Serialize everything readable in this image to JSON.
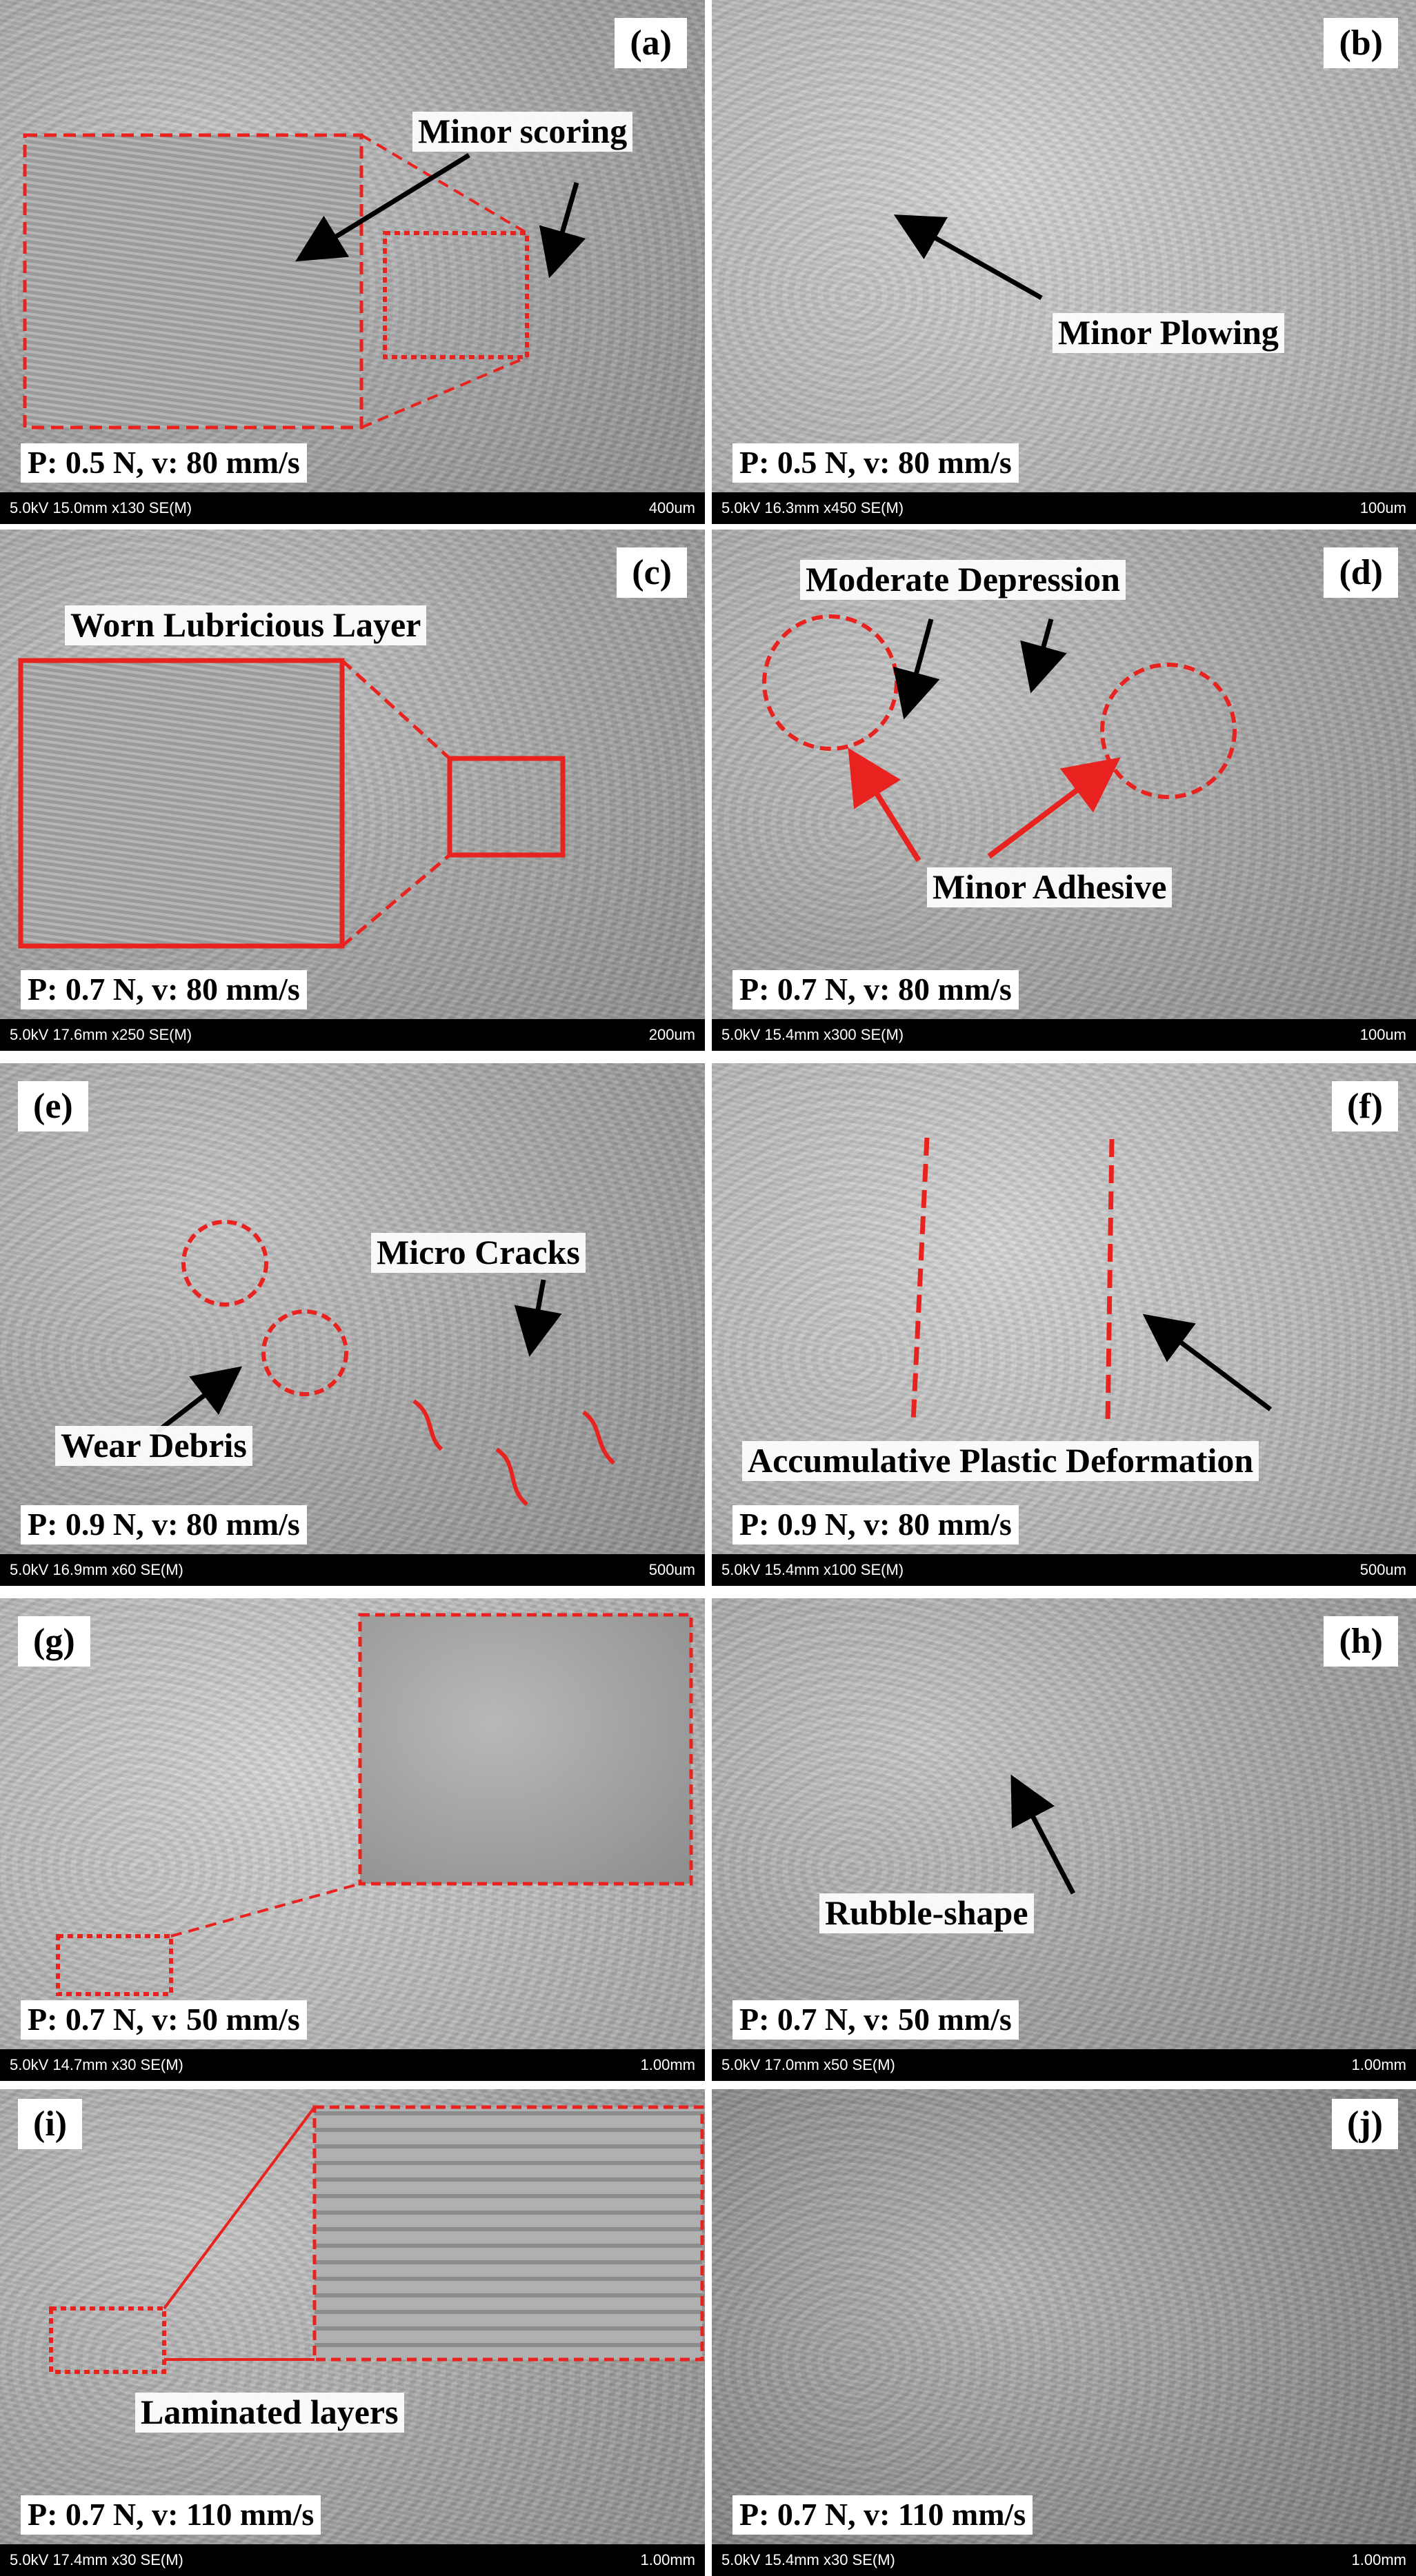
{
  "panels": [
    {
      "label": "(a)",
      "condition": "P: 0.5 N, v: 80 mm/s",
      "info": "5.0kV 15.0mm x130 SE(M)",
      "scale": "400um",
      "annotations": [
        "Minor scoring"
      ]
    },
    {
      "label": "(b)",
      "condition": "P: 0.5 N, v: 80 mm/s",
      "info": "5.0kV 16.3mm x450 SE(M)",
      "scale": "100um",
      "annotations": [
        "Minor Plowing"
      ]
    },
    {
      "label": "(c)",
      "condition": "P: 0.7 N, v: 80 mm/s",
      "info": "5.0kV 17.6mm x250 SE(M)",
      "scale": "200um",
      "annotations": [
        "Worn Lubricious Layer"
      ]
    },
    {
      "label": "(d)",
      "condition": "P: 0.7 N, v: 80 mm/s",
      "info": "5.0kV 15.4mm x300 SE(M)",
      "scale": "100um",
      "annotations": [
        "Moderate Depression",
        "Minor Adhesive"
      ]
    },
    {
      "label": "(e)",
      "condition": "P: 0.9 N, v: 80 mm/s",
      "info": "5.0kV 16.9mm x60 SE(M)",
      "scale": "500um",
      "annotations": [
        "Micro Cracks",
        "Wear Debris"
      ]
    },
    {
      "label": "(f)",
      "condition": "P: 0.9 N, v: 80 mm/s",
      "info": "5.0kV 15.4mm x100 SE(M)",
      "scale": "500um",
      "annotations": [
        "Accumulative Plastic Deformation"
      ]
    },
    {
      "label": "(g)",
      "condition": "P: 0.7 N, v: 50 mm/s",
      "info": "5.0kV 14.7mm x30 SE(M)",
      "scale": "1.00mm",
      "annotations": []
    },
    {
      "label": "(h)",
      "condition": "P: 0.7 N, v: 50 mm/s",
      "info": "5.0kV 17.0mm x50 SE(M)",
      "scale": "1.00mm",
      "annotations": [
        "Rubble-shape"
      ]
    },
    {
      "label": "(i)",
      "condition": "P: 0.7 N, v: 110 mm/s",
      "info": "5.0kV 17.4mm x30 SE(M)",
      "scale": "1.00mm",
      "annotations": [
        "Laminated layers"
      ]
    },
    {
      "label": "(j)",
      "condition": "P: 0.7 N, v: 110 mm/s",
      "info": "5.0kV 15.4mm x30 SE(M)",
      "scale": "1.00mm",
      "annotations": []
    }
  ],
  "colors": {
    "annotation_red": "#e8231f",
    "arrow_black": "#000000"
  }
}
